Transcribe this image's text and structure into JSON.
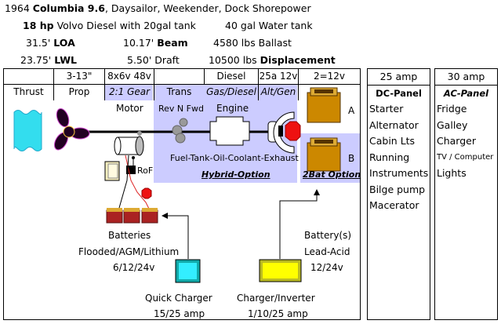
{
  "specs": {
    "line1": {
      "year": "1964",
      "model": "Columbia 9.6",
      "rest": ", Daysailor, Weekender, Dock Shorepower"
    },
    "line2": {
      "hp": "18 hp",
      "engine": "Volvo Diesel with 20gal tank",
      "water": "40 gal Water tank"
    },
    "line3": {
      "loa_val": "31.5'",
      "loa_lbl": "LOA",
      "beam_val": "10.17'",
      "beam_lbl": "Beam",
      "ballast": "4580 lbs Ballast"
    },
    "line4": {
      "lwl_val": "23.75'",
      "lwl_lbl": "LWL",
      "draft": "5.50' Draft",
      "disp_val": "10500 lbs",
      "disp_lbl": "Displacement"
    }
  },
  "table": {
    "top_row": [
      "",
      "3-13\"",
      "8x6v 48v",
      "",
      "Diesel",
      "25a 12v",
      "2=12v"
    ],
    "second_row": [
      "Thrust",
      "Prop",
      "2:1 Gear",
      "Trans",
      "Gas/Diesel",
      "Alt/Gen"
    ]
  },
  "diagram": {
    "motor": "Motor",
    "rev": "Rev N Fwd",
    "engine": "Engine",
    "fuel": "Fuel-Tank-Oil-Coolant-Exhaust",
    "hybrid": "Hybrid-Option",
    "twobat": "2Bat Option",
    "bat_a": "A",
    "bat_b": "B",
    "rof": "RoF",
    "batteries": [
      "Batteries",
      "Flooded/AGM/Lithium",
      "6/12/24v"
    ],
    "battery_s": [
      "Battery(s)",
      "Lead-Acid",
      "12/24v"
    ],
    "quick_charger": [
      "Quick Charger",
      "15/25 amp"
    ],
    "charger_inverter": [
      "Charger/Inverter",
      "1/10/25 amp"
    ]
  },
  "dc_panel": {
    "amp": "25 amp",
    "title": "DC-Panel",
    "items": [
      "Starter",
      "Alternator",
      "Cabin Lts",
      "Running",
      "Instruments",
      "Bilge pump",
      "Macerator"
    ]
  },
  "ac_panel": {
    "amp": "30 amp",
    "title": "AC-Panel",
    "items": [
      "Fridge",
      "Galley",
      "Charger",
      "TV / Computer",
      "Lights"
    ]
  },
  "colors": {
    "lavender": "#ccccff",
    "cyan": "#33ddee",
    "yellow": "#ffff00",
    "fuse_red": "#ee1111"
  }
}
